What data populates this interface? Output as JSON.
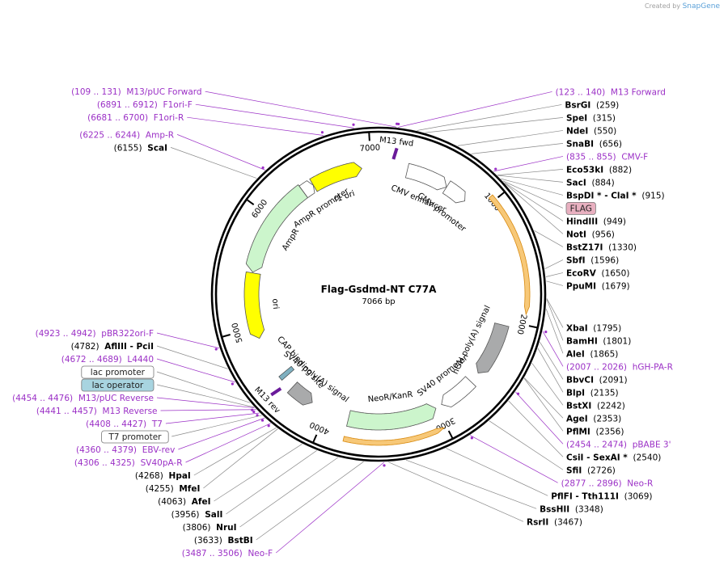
{
  "credit": {
    "prefix": "Created by",
    "brand": "SnapGene"
  },
  "map": {
    "title": "Flag-Gsdmd-NT C77A",
    "length": "7066 bp",
    "ticks": [
      {
        "label": "1000",
        "bp": 1000
      },
      {
        "label": "2000",
        "bp": 2000
      },
      {
        "label": "3000",
        "bp": 3000
      },
      {
        "label": "4000",
        "bp": 4000
      },
      {
        "label": "5000",
        "bp": 5000
      },
      {
        "label": "6000",
        "bp": 6000
      },
      {
        "label": "7000",
        "bp": 7000
      }
    ]
  },
  "colors": {
    "enzyme": "#000000",
    "primer": "#9b30c6",
    "ori": "#ffff00",
    "ampr": "#ccf5cc",
    "neor": "#ccf5cc",
    "promoter": "#ffffff",
    "terminator": "#a9aaab",
    "orf": "#f3a12a",
    "flag_tag": "#e8b0c0"
  },
  "features": [
    {
      "name": "f1 ori",
      "label": "f1 ori",
      "start": 6460,
      "end": 6917,
      "strand": 1,
      "type": "ori",
      "track": "inner"
    },
    {
      "name": "AmpR promoter",
      "label": "AmpR promoter",
      "start": 6355,
      "end": 6459,
      "strand": 1,
      "type": "promoter",
      "track": "inner"
    },
    {
      "name": "AmpR",
      "label": "AmpR",
      "start": 5494,
      "end": 6354,
      "strand": -1,
      "type": "ampr",
      "track": "inner"
    },
    {
      "name": "ori",
      "label": "ori",
      "start": 4900,
      "end": 5488,
      "strand": -1,
      "type": "ori",
      "track": "inner"
    },
    {
      "name": "CAP binding site",
      "label": "CAP binding site",
      "start": 4480,
      "end": 4502,
      "strand": 1,
      "type": "misc",
      "track": "inner"
    },
    {
      "name": "M13 rev",
      "label": "M13 rev",
      "start": 4436,
      "end": 4452,
      "strand": -1,
      "type": "primer_bind",
      "track": "inner"
    },
    {
      "name": "SV40 poly(A) signal",
      "label": "SV40 poly(A) signal",
      "start": 4150,
      "end": 4372,
      "strand": -1,
      "type": "terminator",
      "track": "inner"
    },
    {
      "name": "NeoR/KanR",
      "label": "NeoR/KanR",
      "start": 3010,
      "end": 3800,
      "strand": -1,
      "type": "neor",
      "track": "inner"
    },
    {
      "name": "SV40 promoter",
      "label": "SV40 promoter",
      "start": 2620,
      "end": 2950,
      "strand": 1,
      "type": "promoter",
      "track": "inner"
    },
    {
      "name": "hGH poly(A) signal",
      "label": "hGH poly(A) signal",
      "start": 2040,
      "end": 2520,
      "strand": 1,
      "type": "terminator",
      "track": "inner"
    },
    {
      "name": "CMV enhancer",
      "label": "CMV enhancer",
      "start": 256,
      "end": 635,
      "strand": 1,
      "type": "promoter",
      "track": "inner"
    },
    {
      "name": "CMV promoter",
      "label": "CMV promoter",
      "start": 636,
      "end": 839,
      "strand": 1,
      "type": "promoter",
      "track": "inner"
    },
    {
      "name": "M13 fwd",
      "label": "M13 fwd",
      "start": 123,
      "end": 140,
      "strand": 1,
      "type": "primer_bind",
      "track": "inner"
    },
    {
      "name": "Gsdmd-NT orf",
      "label": "",
      "start": 960,
      "end": 1920,
      "strand": 1,
      "type": "orf",
      "track": "outer"
    },
    {
      "name": "NeoR orf",
      "label": "",
      "start": 3020,
      "end": 3800,
      "strand": -1,
      "type": "orf",
      "track": "outer"
    }
  ],
  "labels": [
    {
      "pos": "(109 .. 131)",
      "name": "M13/pUC Forward",
      "kind": "primer",
      "side": "left",
      "bp": 120
    },
    {
      "pos": "(123 .. 140)",
      "name": "M13 Forward",
      "kind": "primer",
      "side": "right",
      "bp": 131
    },
    {
      "name": "BsrGI",
      "pos": "(259)",
      "kind": "enzyme",
      "side": "right",
      "bp": 259
    },
    {
      "name": "SpeI",
      "pos": "(315)",
      "kind": "enzyme",
      "side": "right",
      "bp": 315
    },
    {
      "name": "NdeI",
      "pos": "(550)",
      "kind": "enzyme",
      "side": "right",
      "bp": 550
    },
    {
      "name": "SnaBI",
      "pos": "(656)",
      "kind": "enzyme",
      "side": "right",
      "bp": 656
    },
    {
      "name": "CMV-F",
      "pos": "(835 .. 855)",
      "kind": "primer",
      "side": "right",
      "bp": 845
    },
    {
      "name": "Eco53kI",
      "pos": "(882)",
      "kind": "enzyme",
      "side": "right",
      "bp": 882
    },
    {
      "name": "SacI",
      "pos": "(884)",
      "kind": "enzyme",
      "side": "right",
      "bp": 884
    },
    {
      "name": "BspDI *",
      "extra": " - ClaI *",
      "pos": "(915)",
      "kind": "enzyme",
      "side": "right",
      "bp": 915
    },
    {
      "name": "FLAG",
      "kind": "boxpink",
      "side": "right",
      "bp": 935
    },
    {
      "name": "HindIII",
      "pos": "(949)",
      "kind": "enzyme",
      "side": "right",
      "bp": 949
    },
    {
      "name": "NotI",
      "pos": "(956)",
      "kind": "enzyme",
      "side": "right",
      "bp": 956
    },
    {
      "name": "BstZ17I",
      "pos": "(1330)",
      "kind": "enzyme",
      "side": "right",
      "bp": 1330
    },
    {
      "name": "SbfI",
      "pos": "(1596)",
      "kind": "enzyme",
      "side": "right",
      "bp": 1596
    },
    {
      "name": "EcoRV",
      "pos": "(1650)",
      "kind": "enzyme",
      "side": "right",
      "bp": 1650
    },
    {
      "name": "PpuMI",
      "pos": "(1679)",
      "kind": "enzyme",
      "side": "right",
      "bp": 1679
    },
    {
      "name": "XbaI",
      "pos": "(1795)",
      "kind": "enzyme",
      "side": "right",
      "bp": 1795
    },
    {
      "name": "BamHI",
      "pos": "(1801)",
      "kind": "enzyme",
      "side": "right",
      "bp": 1801
    },
    {
      "name": "AleI",
      "pos": "(1865)",
      "kind": "enzyme",
      "side": "right",
      "bp": 1865
    },
    {
      "name": "hGH-PA-R",
      "pos": "(2007 .. 2026)",
      "kind": "primer",
      "side": "right",
      "bp": 2016
    },
    {
      "name": "BbvCI",
      "pos": "(2091)",
      "kind": "enzyme",
      "side": "right",
      "bp": 2091
    },
    {
      "name": "BlpI",
      "pos": "(2135)",
      "kind": "enzyme",
      "side": "right",
      "bp": 2135
    },
    {
      "name": "BstXI",
      "pos": "(2242)",
      "kind": "enzyme",
      "side": "right",
      "bp": 2242
    },
    {
      "name": "AgeI",
      "pos": "(2353)",
      "kind": "enzyme",
      "side": "right",
      "bp": 2353
    },
    {
      "name": "PflMI",
      "pos": "(2356)",
      "kind": "enzyme",
      "side": "right",
      "bp": 2356
    },
    {
      "name": "pBABE 3'",
      "pos": "(2454 .. 2474)",
      "kind": "primer",
      "side": "right",
      "bp": 2464
    },
    {
      "name": "CsiI",
      "extra": " - SexAI *",
      "pos": "(2540)",
      "kind": "enzyme",
      "side": "right",
      "bp": 2540
    },
    {
      "name": "SfiI",
      "pos": "(2726)",
      "kind": "enzyme",
      "side": "right",
      "bp": 2726
    },
    {
      "name": "Neo-R",
      "pos": "(2877 .. 2896)",
      "kind": "primer",
      "side": "right",
      "bp": 2886
    },
    {
      "name": "PflFI",
      "extra": " - Tth111I",
      "pos": "(3069)",
      "kind": "enzyme",
      "side": "right",
      "bp": 3069
    },
    {
      "name": "BssHII",
      "pos": "(3348)",
      "kind": "enzyme",
      "side": "right",
      "bp": 3348
    },
    {
      "name": "RsrII",
      "pos": "(3467)",
      "kind": "enzyme",
      "side": "right",
      "bp": 3467
    },
    {
      "name": "Neo-F",
      "pos": "(3487 .. 3506)",
      "kind": "primer",
      "side": "left",
      "bp": 3496
    },
    {
      "name": "BstBI",
      "pos": "(3633)",
      "kind": "enzyme",
      "side": "left",
      "bp": 3633
    },
    {
      "name": "NruI",
      "pos": "(3806)",
      "kind": "enzyme",
      "side": "left",
      "bp": 3806
    },
    {
      "name": "SalI",
      "pos": "(3956)",
      "kind": "enzyme",
      "side": "left",
      "bp": 3956
    },
    {
      "name": "AfeI",
      "pos": "(4063)",
      "kind": "enzyme",
      "side": "left",
      "bp": 4063
    },
    {
      "name": "MfeI",
      "pos": "(4255)",
      "kind": "enzyme",
      "side": "left",
      "bp": 4255
    },
    {
      "name": "HpaI",
      "pos": "(4268)",
      "kind": "enzyme",
      "side": "left",
      "bp": 4268
    },
    {
      "name": "SV40pA-R",
      "pos": "(4306 .. 4325)",
      "kind": "primer",
      "side": "left",
      "bp": 4315
    },
    {
      "name": "EBV-rev",
      "pos": "(4360 .. 4379)",
      "kind": "primer",
      "side": "left",
      "bp": 4369
    },
    {
      "name": "T7 promoter",
      "kind": "boxwhite",
      "side": "left",
      "bp": 4395
    },
    {
      "name": "T7",
      "pos": "(4408 .. 4427)",
      "kind": "primer",
      "side": "left",
      "bp": 4417
    },
    {
      "name": "M13 Reverse",
      "pos": "(4441 .. 4457)",
      "kind": "primer",
      "side": "left",
      "bp": 4449
    },
    {
      "name": "lac operator",
      "kind": "boxblue",
      "side": "left",
      "bp": 4470
    },
    {
      "name": "M13/pUC Reverse",
      "pos": "(4454 .. 4476)",
      "kind": "primer",
      "side": "left",
      "bp": 4465
    },
    {
      "name": "lac promoter",
      "kind": "boxwhite",
      "side": "left",
      "bp": 4510
    },
    {
      "name": "L4440",
      "pos": "(4672 .. 4689)",
      "kind": "primer",
      "side": "left",
      "bp": 4680
    },
    {
      "name": "AflIII",
      "extra": " - PciI",
      "pos": "(4782)",
      "kind": "enzyme",
      "side": "left",
      "bp": 4782
    },
    {
      "name": "pBR322ori-F",
      "pos": "(4923 .. 4942)",
      "kind": "primer",
      "side": "left",
      "bp": 4932
    },
    {
      "name": "ScaI",
      "pos": "(6155)",
      "kind": "enzyme",
      "side": "left",
      "bp": 6155
    },
    {
      "name": "Amp-R",
      "pos": "(6225 .. 6244)",
      "kind": "primer",
      "side": "left",
      "bp": 6234
    },
    {
      "name": "F1ori-R",
      "pos": "(6681 .. 6700)",
      "kind": "primer",
      "side": "left",
      "bp": 6690
    },
    {
      "name": "F1ori-F",
      "pos": "(6891 .. 6912)",
      "kind": "primer",
      "side": "left",
      "bp": 6901
    }
  ]
}
